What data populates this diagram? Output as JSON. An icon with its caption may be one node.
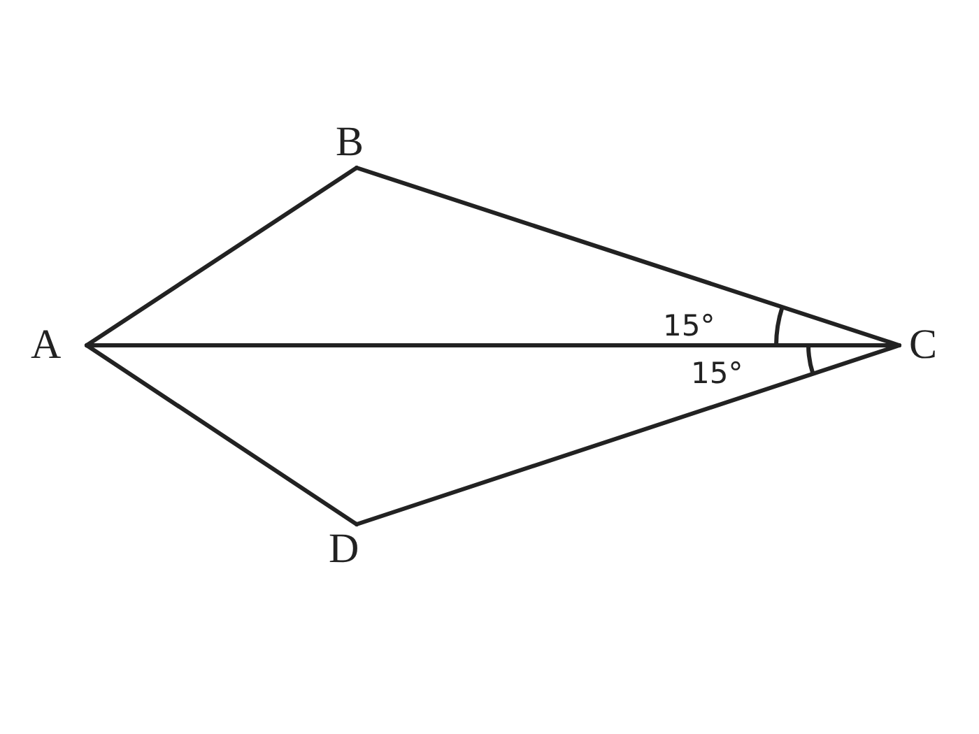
{
  "diagram": {
    "nodes": [
      {
        "text": [
          "A"
        ]
      },
      {
        "text": [
          "B"
        ]
      },
      {
        "text": [
          "C"
        ]
      },
      {
        "text": [
          "D"
        ]
      }
    ],
    "edges": [
      {
        "from": 0,
        "to": 1,
        "arrow": "none"
      },
      {
        "from": 1,
        "to": 2,
        "arrow": "none"
      },
      {
        "from": 0,
        "to": 2,
        "arrow": "none"
      },
      {
        "from": 2,
        "to": 3,
        "arrow": "none"
      },
      {
        "from": 0,
        "to": 3,
        "arrow": "none"
      }
    ],
    "labels": [
      "15°",
      "15°"
    ]
  }
}
